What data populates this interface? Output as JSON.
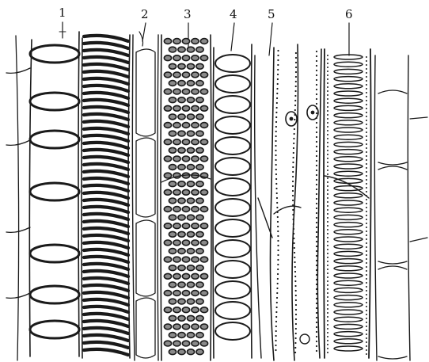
{
  "figure": {
    "labels": [
      {
        "id": "label-1",
        "text": "1"
      },
      {
        "id": "label-2",
        "text": "2"
      },
      {
        "id": "label-3",
        "text": "3"
      },
      {
        "id": "label-4",
        "text": "4"
      },
      {
        "id": "label-5",
        "text": "5"
      },
      {
        "id": "label-6",
        "text": "6"
      }
    ]
  },
  "colors": {
    "ink": "#1a1a1a",
    "paper": "#ffffff"
  }
}
